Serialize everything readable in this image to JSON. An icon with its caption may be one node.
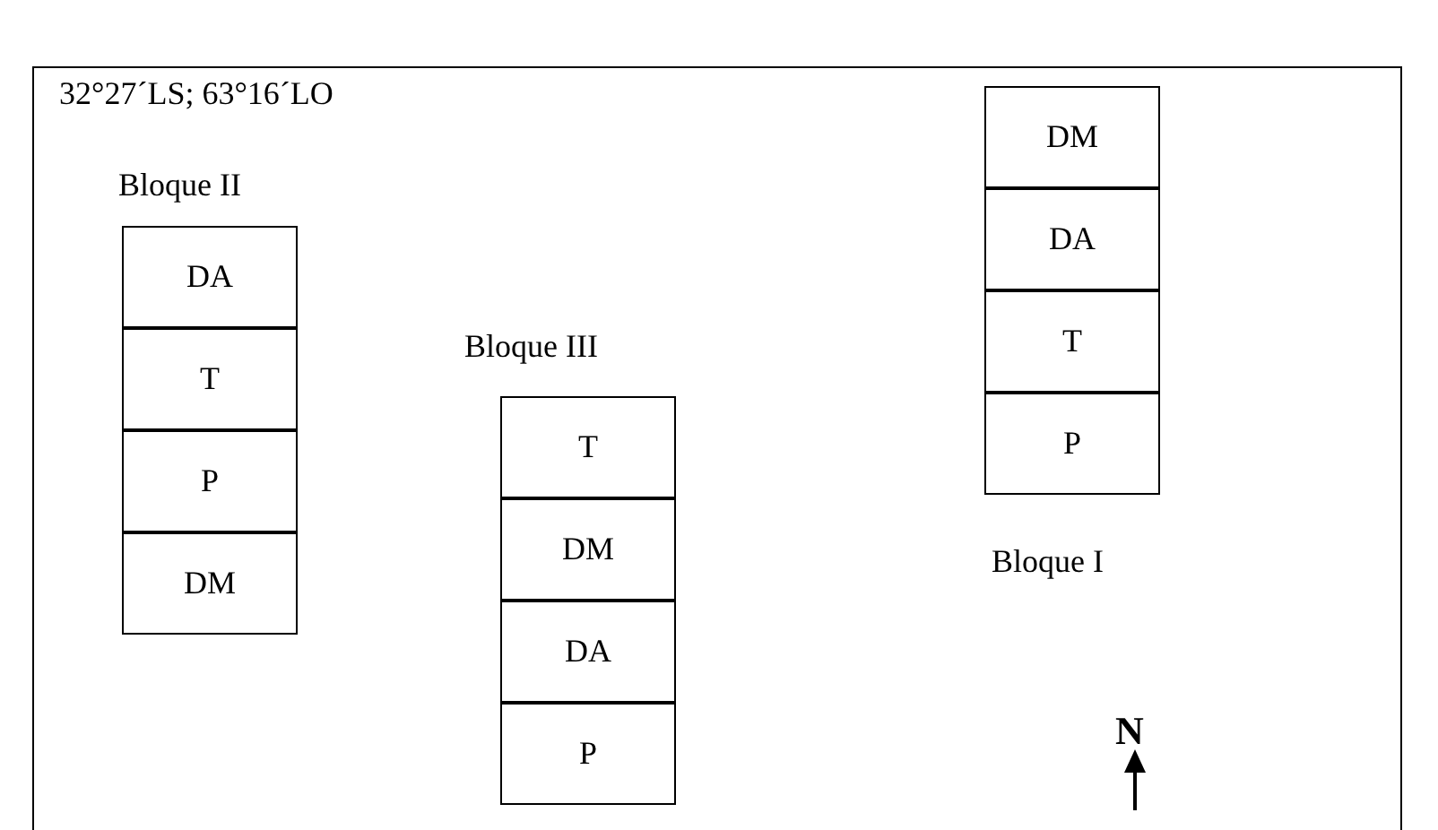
{
  "diagram": {
    "nodes": [
      {
        "text": [
          "32°27´LS; 63°16´LO"
        ]
      },
      {
        "text": [
          "Bloque II"
        ],
        "in": 0
      },
      {
        "text": [
          "DA"
        ],
        "in": 1
      },
      {
        "text": [
          "T"
        ],
        "in": 1
      },
      {
        "text": [
          "P"
        ],
        "in": 1
      },
      {
        "text": [
          "DM"
        ],
        "in": 1
      },
      {
        "text": [
          "Bloque III"
        ],
        "in": 0
      },
      {
        "text": [
          "T"
        ],
        "in": 6
      },
      {
        "text": [
          "DM"
        ],
        "in": 6
      },
      {
        "text": [
          "DA"
        ],
        "in": 6
      },
      {
        "text": [
          "P"
        ],
        "in": 6
      },
      {
        "text": [
          "Bloque I"
        ],
        "in": 0
      },
      {
        "text": [
          "DM"
        ],
        "in": 11
      },
      {
        "text": [
          "DA"
        ],
        "in": 11
      },
      {
        "text": [
          "T"
        ],
        "in": 11
      },
      {
        "text": [
          "P"
        ],
        "in": 11
      }
    ],
    "edges": [],
    "labels": [
      "N"
    ]
  }
}
